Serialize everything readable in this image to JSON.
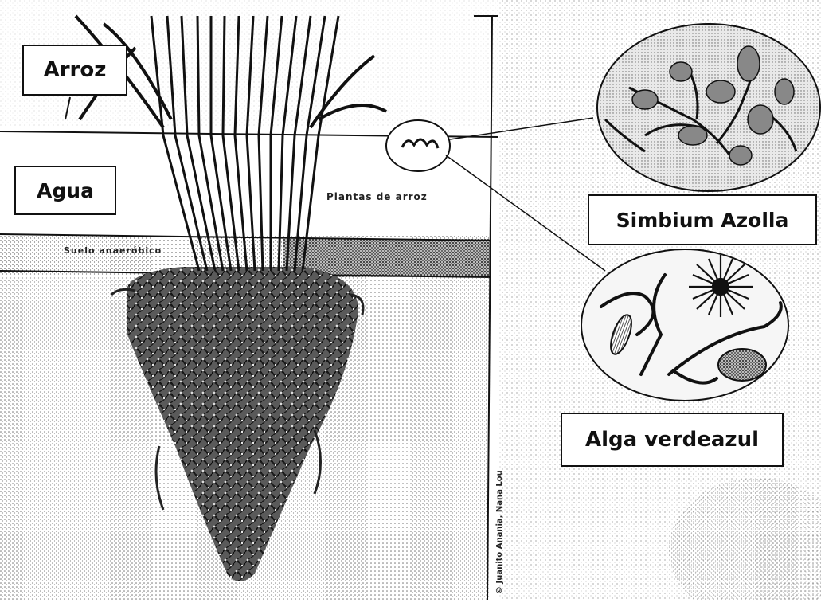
{
  "labels": {
    "rice": "Arroz",
    "water": "Agua",
    "azolla": "Simbium Azolla",
    "algae": "Alga verdeazul"
  },
  "annotations": {
    "rice_plants": "Plantas de arroz",
    "soil_layer": "Suelo anaeróbico",
    "credit": "© Juanito Anania, Nana Lou"
  },
  "colors": {
    "ink": "#111111",
    "stipple": "#555555",
    "paper": "#ffffff"
  }
}
